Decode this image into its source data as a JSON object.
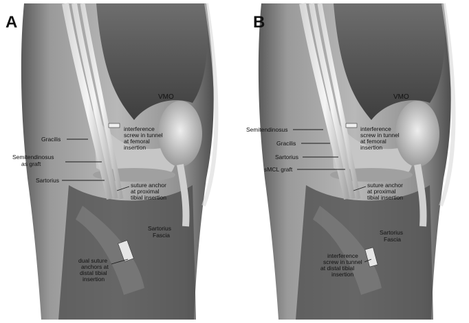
{
  "panels": [
    {
      "letter": "A",
      "labels": {
        "vmo": "VMO",
        "gracilis": "Gracilis",
        "semitendinosus_l1": "Semitendinosus",
        "semitendinosus_l2": "as graft",
        "sartorius": "Sartorius",
        "fem_l1": "interference",
        "fem_l2": "screw in tunnel",
        "fem_l3": "at femoral",
        "fem_l4": "insertion",
        "tib_l1": "suture anchor",
        "tib_l2": "at proximal",
        "tib_l3": "tibial insertion",
        "fascia_l1": "Sartorius",
        "fascia_l2": "Fascia",
        "distal_l1": "dual suture",
        "distal_l2": "anchors at",
        "distal_l3": "distal tibial",
        "distal_l4": "insertion"
      }
    },
    {
      "letter": "B",
      "labels": {
        "vmo": "VMO",
        "semitendinosus": "Semitendinosus",
        "gracilis": "Gracilis",
        "sartorius": "Sartorius",
        "smcl": "sMCL graft",
        "fem_l1": "interference",
        "fem_l2": "screw in tunnel",
        "fem_l3": "at femoral",
        "fem_l4": "insertion",
        "tib_l1": "suture anchor",
        "tib_l2": "at proximal",
        "tib_l3": "tibial insertion",
        "fascia_l1": "Sartorius",
        "fascia_l2": "Fascia",
        "distal_l1": "interference",
        "distal_l2": "screw in tunnel",
        "distal_l3": "at distal tibial",
        "distal_l4": "insertion"
      }
    }
  ],
  "colors": {
    "background": "#ffffff",
    "text": "#111111"
  }
}
